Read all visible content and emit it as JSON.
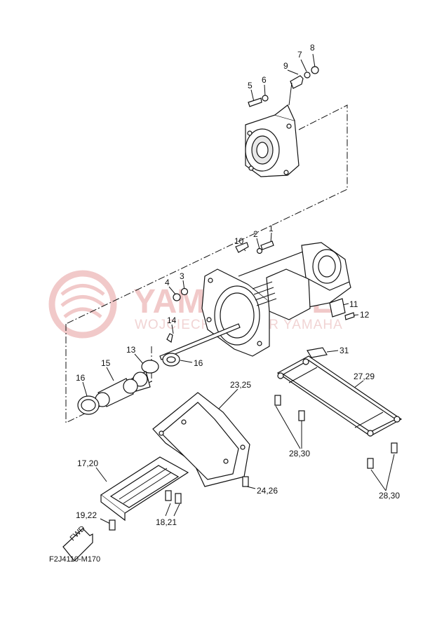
{
  "diagram": {
    "drawing_code": "F2J4110-M170",
    "watermark": {
      "brand": "YAMAHA-PL",
      "subtitle": "WOJCIECH FISCHER YAMAHA"
    },
    "fwd_label": "FWD",
    "callouts": {
      "c1": "1",
      "c2": "2",
      "c3": "3",
      "c4": "4",
      "c5": "5",
      "c6": "6",
      "c7": "7",
      "c8": "8",
      "c9": "9",
      "c10": "10",
      "c11": "11",
      "c12": "12",
      "c13": "13",
      "c14": "14",
      "c15": "15",
      "c16a": "16",
      "c16b": "16",
      "c17_20": "17,20",
      "c18_21": "18,21",
      "c19_22": "19,22",
      "c23_25": "23,25",
      "c24_26": "24,26",
      "c27_29": "27,29",
      "c28_30a": "28,30",
      "c28_30b": "28,30",
      "c31": "31"
    }
  }
}
